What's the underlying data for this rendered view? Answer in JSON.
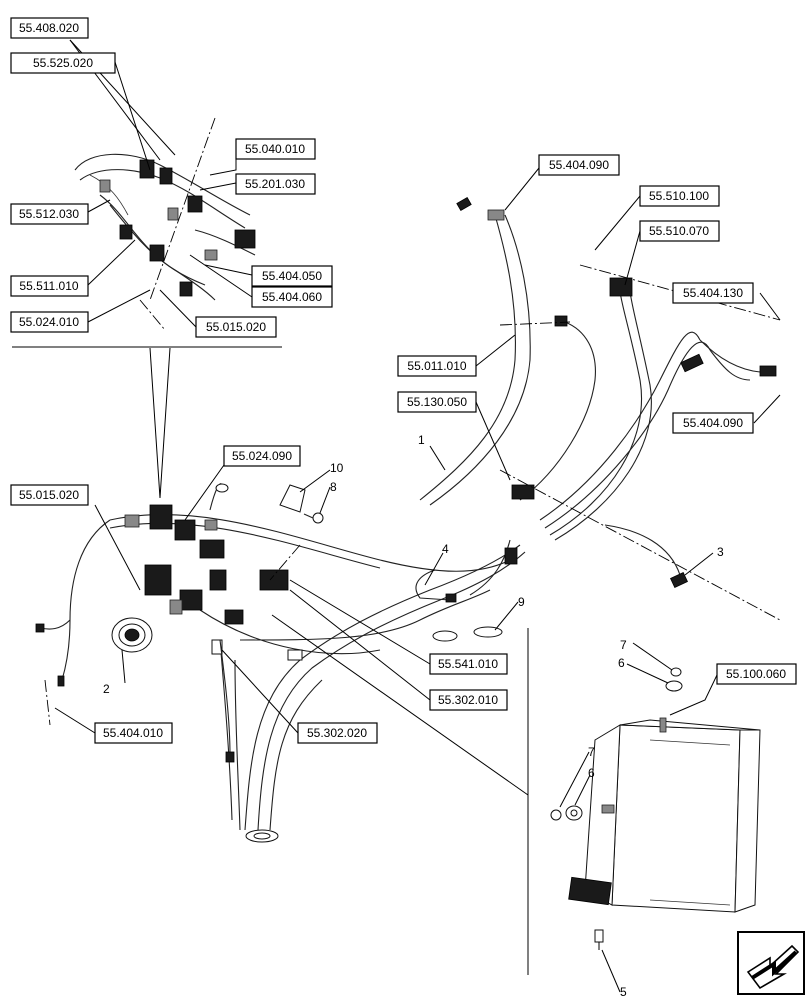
{
  "references": {
    "r1": "55.408.020",
    "r2": "55.525.020",
    "r3": "55.040.010",
    "r4": "55.201.030",
    "r5": "55.512.030",
    "r6": "55.404.050",
    "r7": "55.404.060",
    "r8": "55.511.010",
    "r9": "55.024.010",
    "r10": "55.015.020",
    "r11": "55.404.090",
    "r12": "55.510.100",
    "r13": "55.510.070",
    "r14": "55.404.130",
    "r15": "55.011.010",
    "r16": "55.130.050",
    "r17": "55.404.090",
    "r18": "55.024.090",
    "r19": "55.015.020",
    "r20": "55.541.010",
    "r21": "55.302.010",
    "r22": "55.404.010",
    "r23": "55.302.020",
    "r24": "55.100.060"
  },
  "callouts": {
    "c1": "1",
    "c2": "2",
    "c3": "3",
    "c4": "4",
    "c5": "5",
    "c6a": "6",
    "c6b": "6",
    "c7a": "7",
    "c7b": "7",
    "c8": "8",
    "c9": "9",
    "c10": "10"
  },
  "icons": {
    "nav": "previous-page-arrow-icon"
  }
}
